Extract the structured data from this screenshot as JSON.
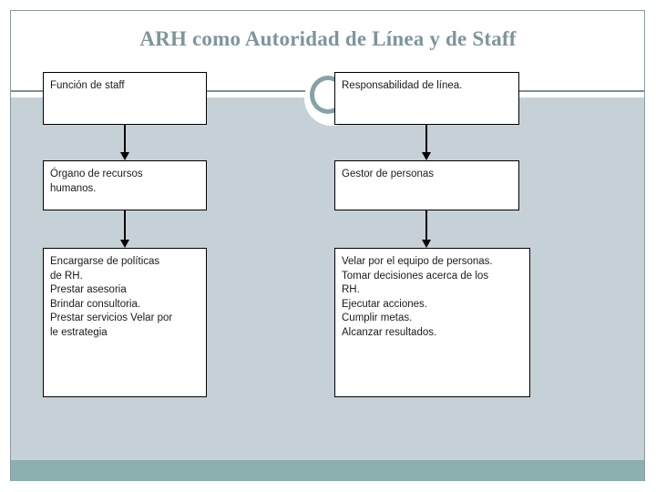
{
  "slide": {
    "title": "ARH como Autoridad de Línea y de Staff",
    "colors": {
      "title_text": "#7e959c",
      "body_background": "#c6d1d7",
      "footer_bar": "#8cb0b0",
      "frame_border": "#8a9aa0",
      "rule": "#7d8f97",
      "ring": "#84a3a4",
      "node_border": "#000000",
      "node_background": "#ffffff"
    }
  },
  "diagram": {
    "columns": [
      {
        "key": "staff",
        "nodes": [
          {
            "key": "funcion-staff",
            "text": "Función de staff"
          },
          {
            "key": "organo-rh",
            "text": "Órgano de recursos\nhumanos."
          },
          {
            "key": "funciones-staff",
            "text": "Encargarse de políticas\nde RH.\nPrestar asesoria\nBrindar consultoria.\nPrestar servicios Velar por\nle estrategia"
          }
        ]
      },
      {
        "key": "linea",
        "nodes": [
          {
            "key": "responsabilidad",
            "text": "Responsabilidad de línea."
          },
          {
            "key": "gestor",
            "text": "Gestor de personas"
          },
          {
            "key": "funciones-linea",
            "text": "Velar por el equipo de personas.\n Tomar decisiones acerca de los\nRH.\nEjecutar acciones.\nCumplir metas.\nAlcanzar resultados."
          }
        ]
      }
    ],
    "connector_label": "arrow-down"
  }
}
